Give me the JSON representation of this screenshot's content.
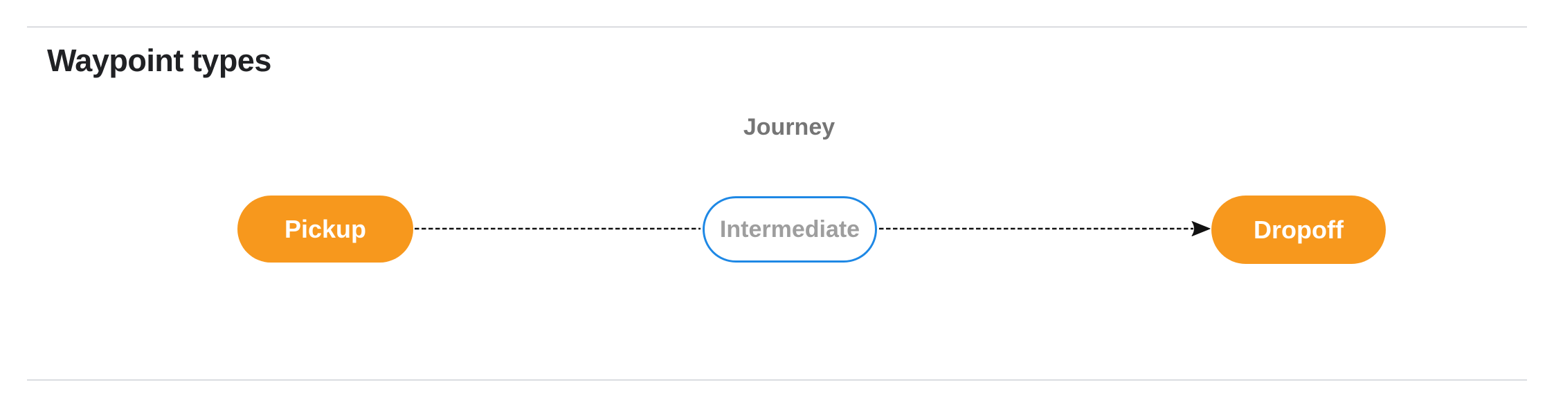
{
  "page": {
    "heading": "Waypoint types"
  },
  "diagram": {
    "title": "Journey",
    "nodes": [
      {
        "id": "pickup",
        "label": "Pickup",
        "style": "filled-orange-pill"
      },
      {
        "id": "intermediate",
        "label": "Intermediate",
        "style": "outlined-blue-pill"
      },
      {
        "id": "dropoff",
        "label": "Dropoff",
        "style": "filled-orange-pill"
      }
    ],
    "edges": [
      {
        "from": "pickup",
        "to": "intermediate",
        "style": "dashed",
        "arrowhead": false
      },
      {
        "from": "intermediate",
        "to": "dropoff",
        "style": "dashed",
        "arrowhead": true
      }
    ]
  },
  "colors": {
    "node_fill_orange": "#F7981D",
    "node_border_blue": "#1E88E5",
    "node_text_white": "#FFFFFF",
    "node_text_gray": "#9E9E9E",
    "journey_label_gray": "#757575",
    "heading_dark": "#202124",
    "divider_gray": "#DADCE0",
    "edge_black": "#111111",
    "page_bg": "#FFFFFF"
  }
}
